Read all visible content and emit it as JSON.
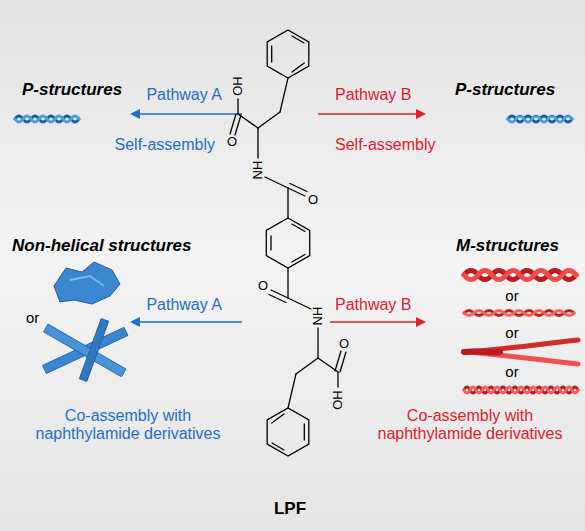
{
  "diagram": {
    "labels": [
      "P-structures",
      "Pathway A",
      "Pathway B",
      "P-structures",
      "Self-assembly",
      "Self-assembly",
      "Non-helical structures",
      "M-structures",
      "or",
      "or",
      "Pathway A",
      "Pathway B",
      "or",
      "or",
      "Co-assembly with naphthylamide derivatives",
      "Co-assembly with naphthylamide derivatives",
      "LPF",
      "OH",
      "O",
      "NH",
      "O",
      "O",
      "NH",
      "O",
      "OH"
    ]
  }
}
